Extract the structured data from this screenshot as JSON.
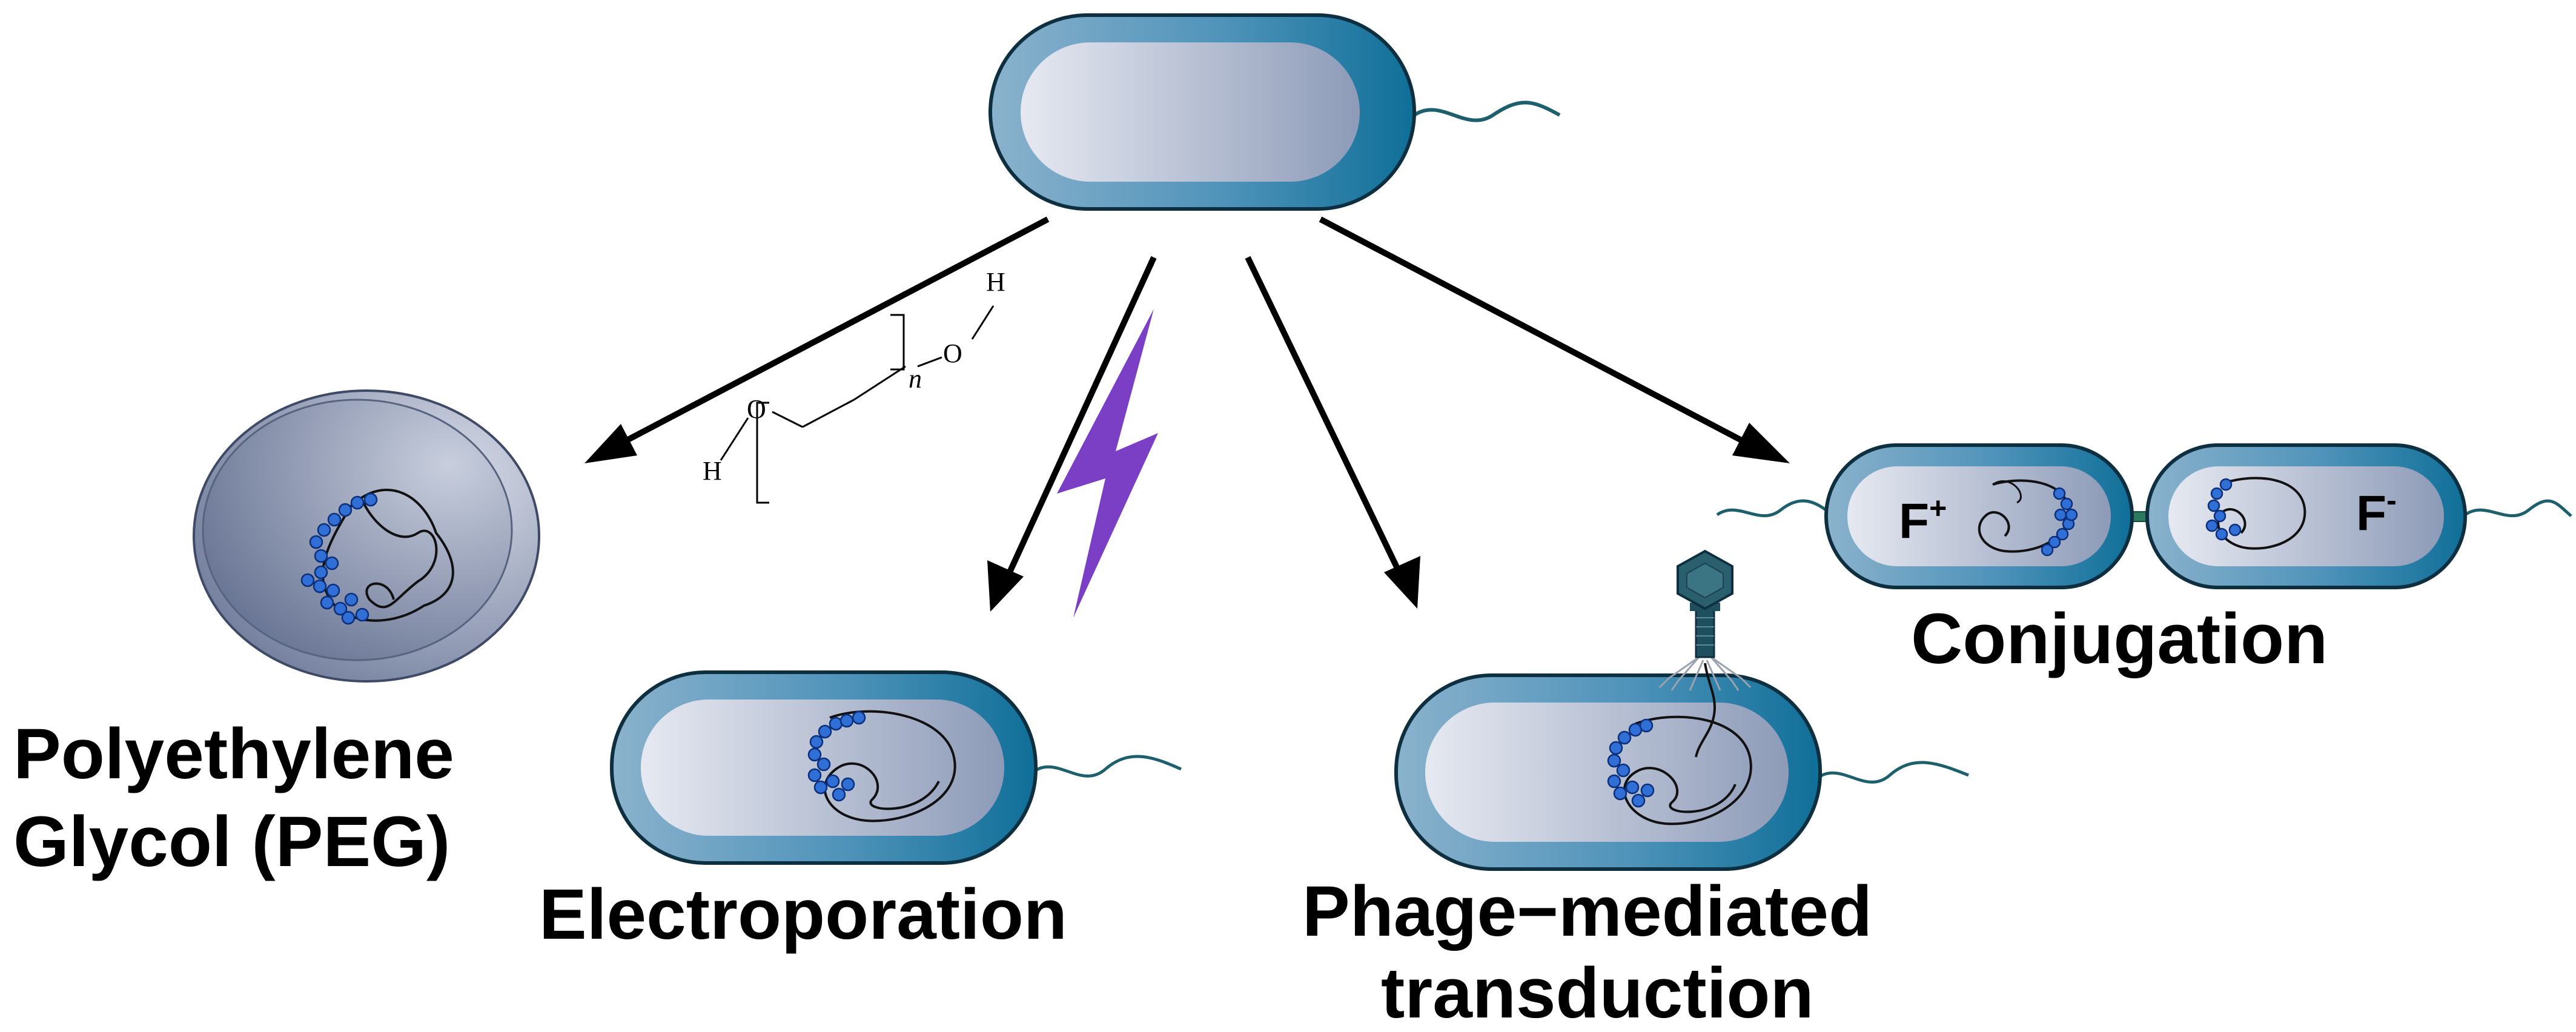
{
  "labels": {
    "peg_line1": "Polyethylene",
    "peg_line2": "Glycol (PEG)",
    "electroporation": "Electroporation",
    "transduction_line1": "Phage−mediated",
    "transduction_line2": "transduction",
    "conjugation": "Conjugation",
    "f_plus": "F",
    "f_plus_sup": "+",
    "f_minus": "F",
    "f_minus_sup": "-"
  },
  "peg_structure": {
    "h_left": "H",
    "o_left": "O",
    "o_right": "O",
    "h_right": "H",
    "n": "n"
  },
  "colors": {
    "cell_wall": "#1a7ca5",
    "cell_wall_light": "#8ab2cc",
    "cytoplasm_light": "#e3e6ef",
    "cytoplasm_dark": "#8d9bb8",
    "plasmid_beads": "#2f6fd6",
    "lightning": "#7a3fc4",
    "phage": "#1f4f5e",
    "arrow": "#000000"
  }
}
